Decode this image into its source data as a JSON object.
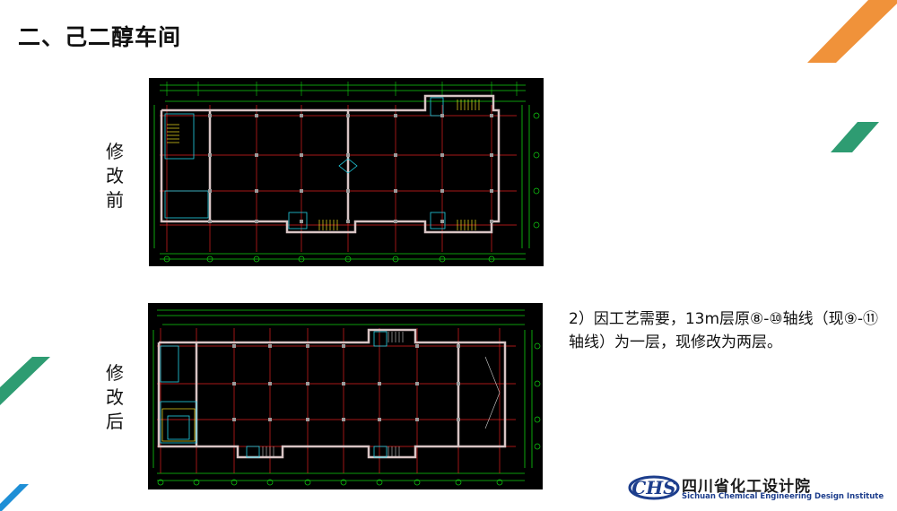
{
  "slide": {
    "title": "二、己二醇车间",
    "before_label": "修改前",
    "after_label": "修改后",
    "description": "2）因工艺需要，13m层原⑧-⑩轴线（现⑨-⑪轴线）为一层，现修改为两层。"
  },
  "logo": {
    "mark": "CHS",
    "name_cn": "四川省化工设计院",
    "name_en": "Sichuan Chemical Engineering Design Institute"
  },
  "colors": {
    "accent_orange": "#f0923a",
    "accent_green": "#2e9c72",
    "accent_blue": "#1f8fd6",
    "logo_blue": "#1c3d8c",
    "cad_red": "#e02020",
    "cad_green": "#10d010",
    "cad_cyan": "#22d3e6",
    "cad_yellow": "#f0e020",
    "cad_wall": "#d8c4c4"
  }
}
